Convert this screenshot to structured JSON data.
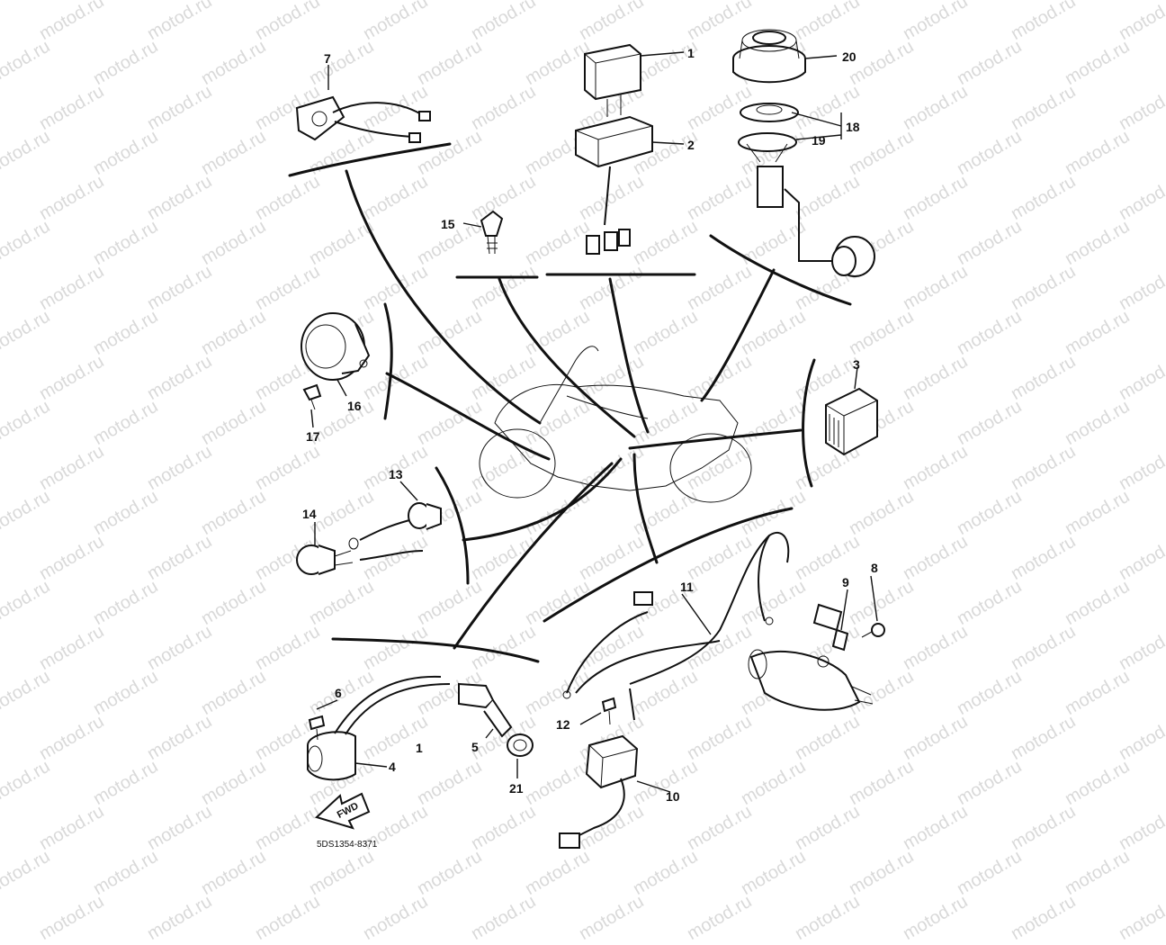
{
  "watermark": "motod.ru",
  "drawing_code": "5DS1354-8371",
  "fwd_label": "FWD",
  "callouts": {
    "c1": "1",
    "c2": "2",
    "c3": "3",
    "c4": "4",
    "c5": "5",
    "c6": "6",
    "c7": "7",
    "c8": "8",
    "c9": "9",
    "c10": "10",
    "c11": "11",
    "c12": "12",
    "c13": "13",
    "c14": "14",
    "c15": "15",
    "c16": "16",
    "c17": "17",
    "c18": "18",
    "c19": "19",
    "c20": "20",
    "c21": "21",
    "c1b": "1"
  }
}
